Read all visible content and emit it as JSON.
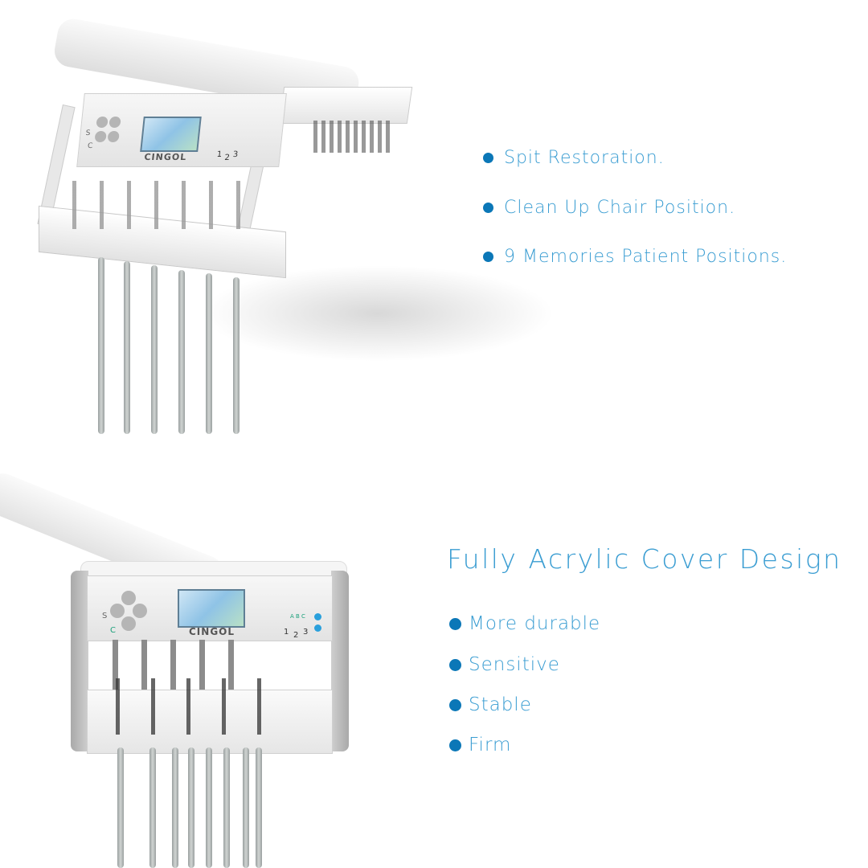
{
  "top_features": [
    {
      "text": "Spit Restoration."
    },
    {
      "text": "Clean Up Chair Position."
    },
    {
      "text": "9 Memories Patient Positions."
    }
  ],
  "bottom_section": {
    "title": "Fully Acrylic Cover Design",
    "features": [
      {
        "text": "More durable"
      },
      {
        "text": "Sensitive"
      },
      {
        "text": "Stable"
      },
      {
        "text": "Firm"
      }
    ]
  },
  "product": {
    "brand_logo": "CINGOL",
    "panel_labels": {
      "s": "S",
      "c": "C",
      "abc": "A B C",
      "n1": "1",
      "n2": "2",
      "n3": "3"
    }
  },
  "colors": {
    "bullet": "#0b77b7",
    "text": "#3a9dd2"
  }
}
